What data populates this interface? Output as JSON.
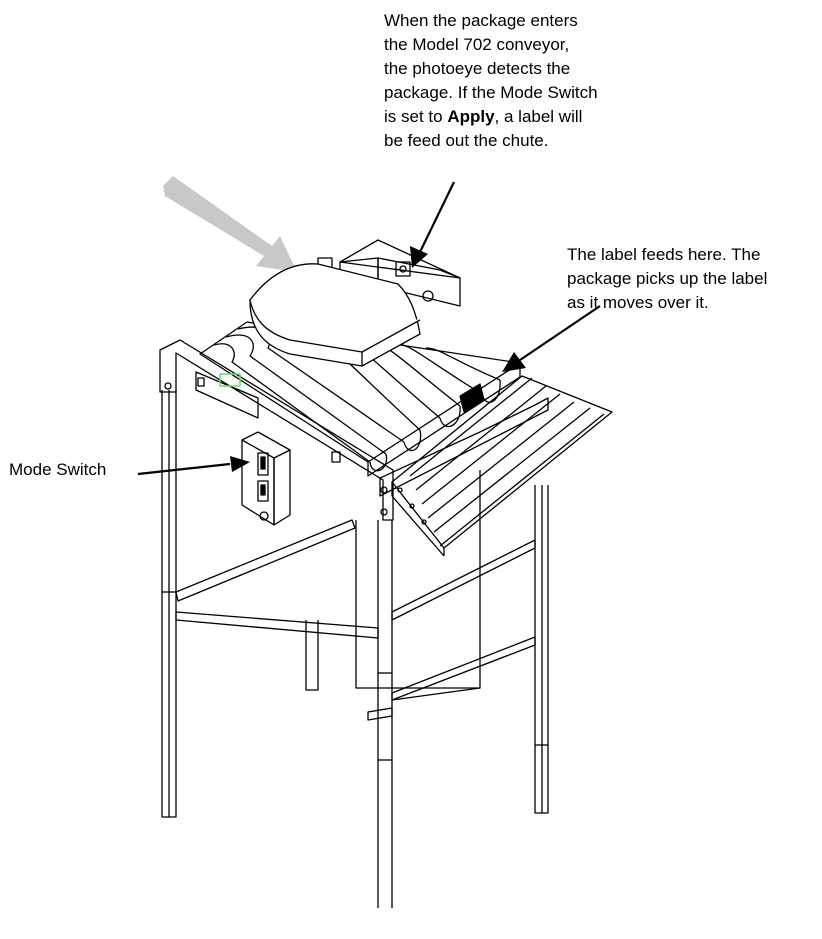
{
  "callouts": {
    "photoeye": {
      "lines": [
        "When the package enters",
        "the Model 702 conveyor,",
        "the photoeye detects the",
        "package. If the Mode Switch"
      ],
      "line5_prefix": "is set to ",
      "line5_bold": "Apply",
      "line5_suffix": ", a label will",
      "line6": "be feed out the chute."
    },
    "label_feed": {
      "lines": [
        "The label feeds here. The",
        "package picks up the label",
        "as it moves over it."
      ]
    },
    "mode_switch": {
      "label": "Mode Switch"
    }
  },
  "colors": {
    "line": "#000000",
    "flow_arrow": "#c8c8c8",
    "indicator": "#66dd66"
  }
}
